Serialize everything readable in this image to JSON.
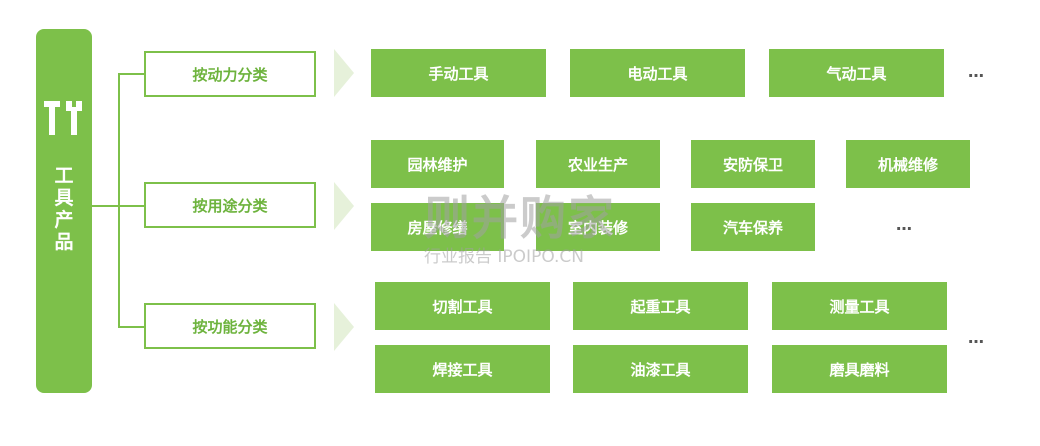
{
  "root": {
    "label": "工\n具\n产\n品",
    "icon": "tools-icon"
  },
  "categories": {
    "power": "按动力分类",
    "usage": "按用途分类",
    "function": "按功能分类"
  },
  "power_items": [
    "手动工具",
    "电动工具",
    "气动工具"
  ],
  "usage_items": [
    "园林维护",
    "农业生产",
    "安防保卫",
    "机械维修",
    "房屋修缮",
    "室内装修",
    "汽车保养"
  ],
  "function_items": [
    "切割工具",
    "起重工具",
    "测量工具",
    "焊接工具",
    "油漆工具",
    "磨具磨料"
  ],
  "ellipsis": "…",
  "watermark": {
    "main": "则并购家",
    "sub": "行业报告 IPOIPO.CN"
  },
  "colors": {
    "accent": "#7dc04a",
    "arrow": "#e6f1da",
    "label": "#6db33d"
  }
}
